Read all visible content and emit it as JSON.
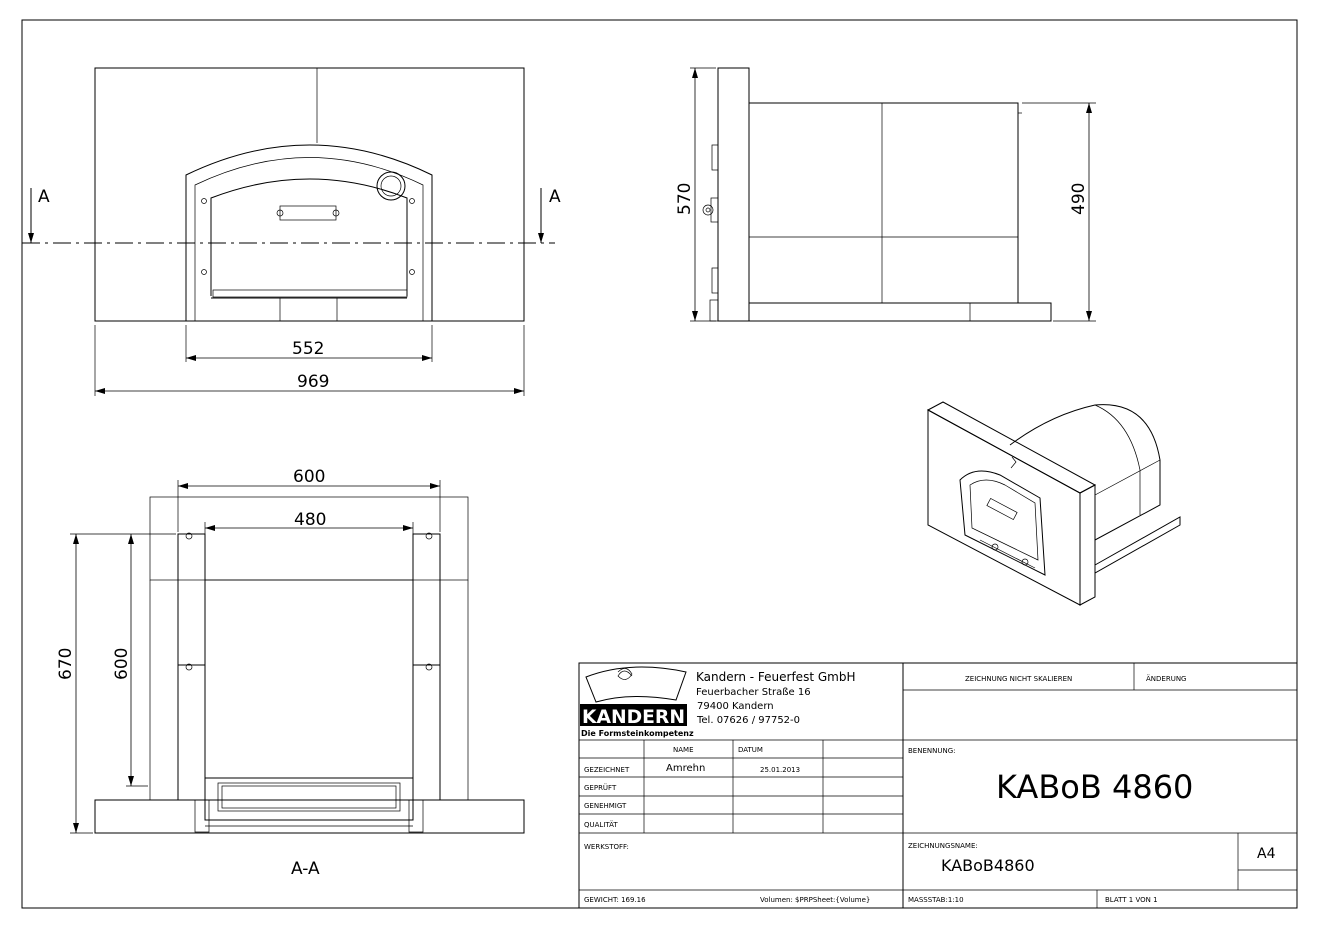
{
  "views": {
    "front": {
      "dim_inner": "552",
      "dim_outer": "969",
      "section_left": "A",
      "section_right": "A"
    },
    "side": {
      "dim_height": "570",
      "dim_body_height": "490"
    },
    "section": {
      "dim_outer_width": "600",
      "dim_inner_width": "480",
      "dim_total_height": "670",
      "dim_inner_height": "600",
      "label": "A-A"
    }
  },
  "title_block": {
    "company_name": "Kandern - Feuerfest GmbH",
    "street": "Feuerbacher Straße 16",
    "city": "79400 Kandern",
    "phone": "Tel. 07626 / 97752-0",
    "logo_text": "KANDERN",
    "logo_tagline": "Die Formsteinkompetenz",
    "col_name": "NAME",
    "col_date": "DATUM",
    "row_drawn": "GEZEICHNET",
    "drawn_name": "Amrehn",
    "drawn_date": "25.01.2013",
    "row_checked": "GEPRÜFT",
    "row_approved": "GENEHMIGT",
    "row_quality": "QUALITÄT",
    "material_label": "WERKSTOFF:",
    "weight": "GEWICHT: 169.16",
    "volume": "Volumen: $PRPSheet:{Volume}",
    "no_scale": "ZEICHNUNG NICHT SKALIEREN",
    "revision": "ÄNDERUNG",
    "designation_label": "BENENNUNG:",
    "designation": "KABoB 4860",
    "drawing_name_label": "ZEICHNUNGSNAME:",
    "drawing_name": "KABoB4860",
    "paper_size": "A4",
    "scale": "MASSSTAB:1:10",
    "sheet": "BLATT 1 VON 1"
  }
}
